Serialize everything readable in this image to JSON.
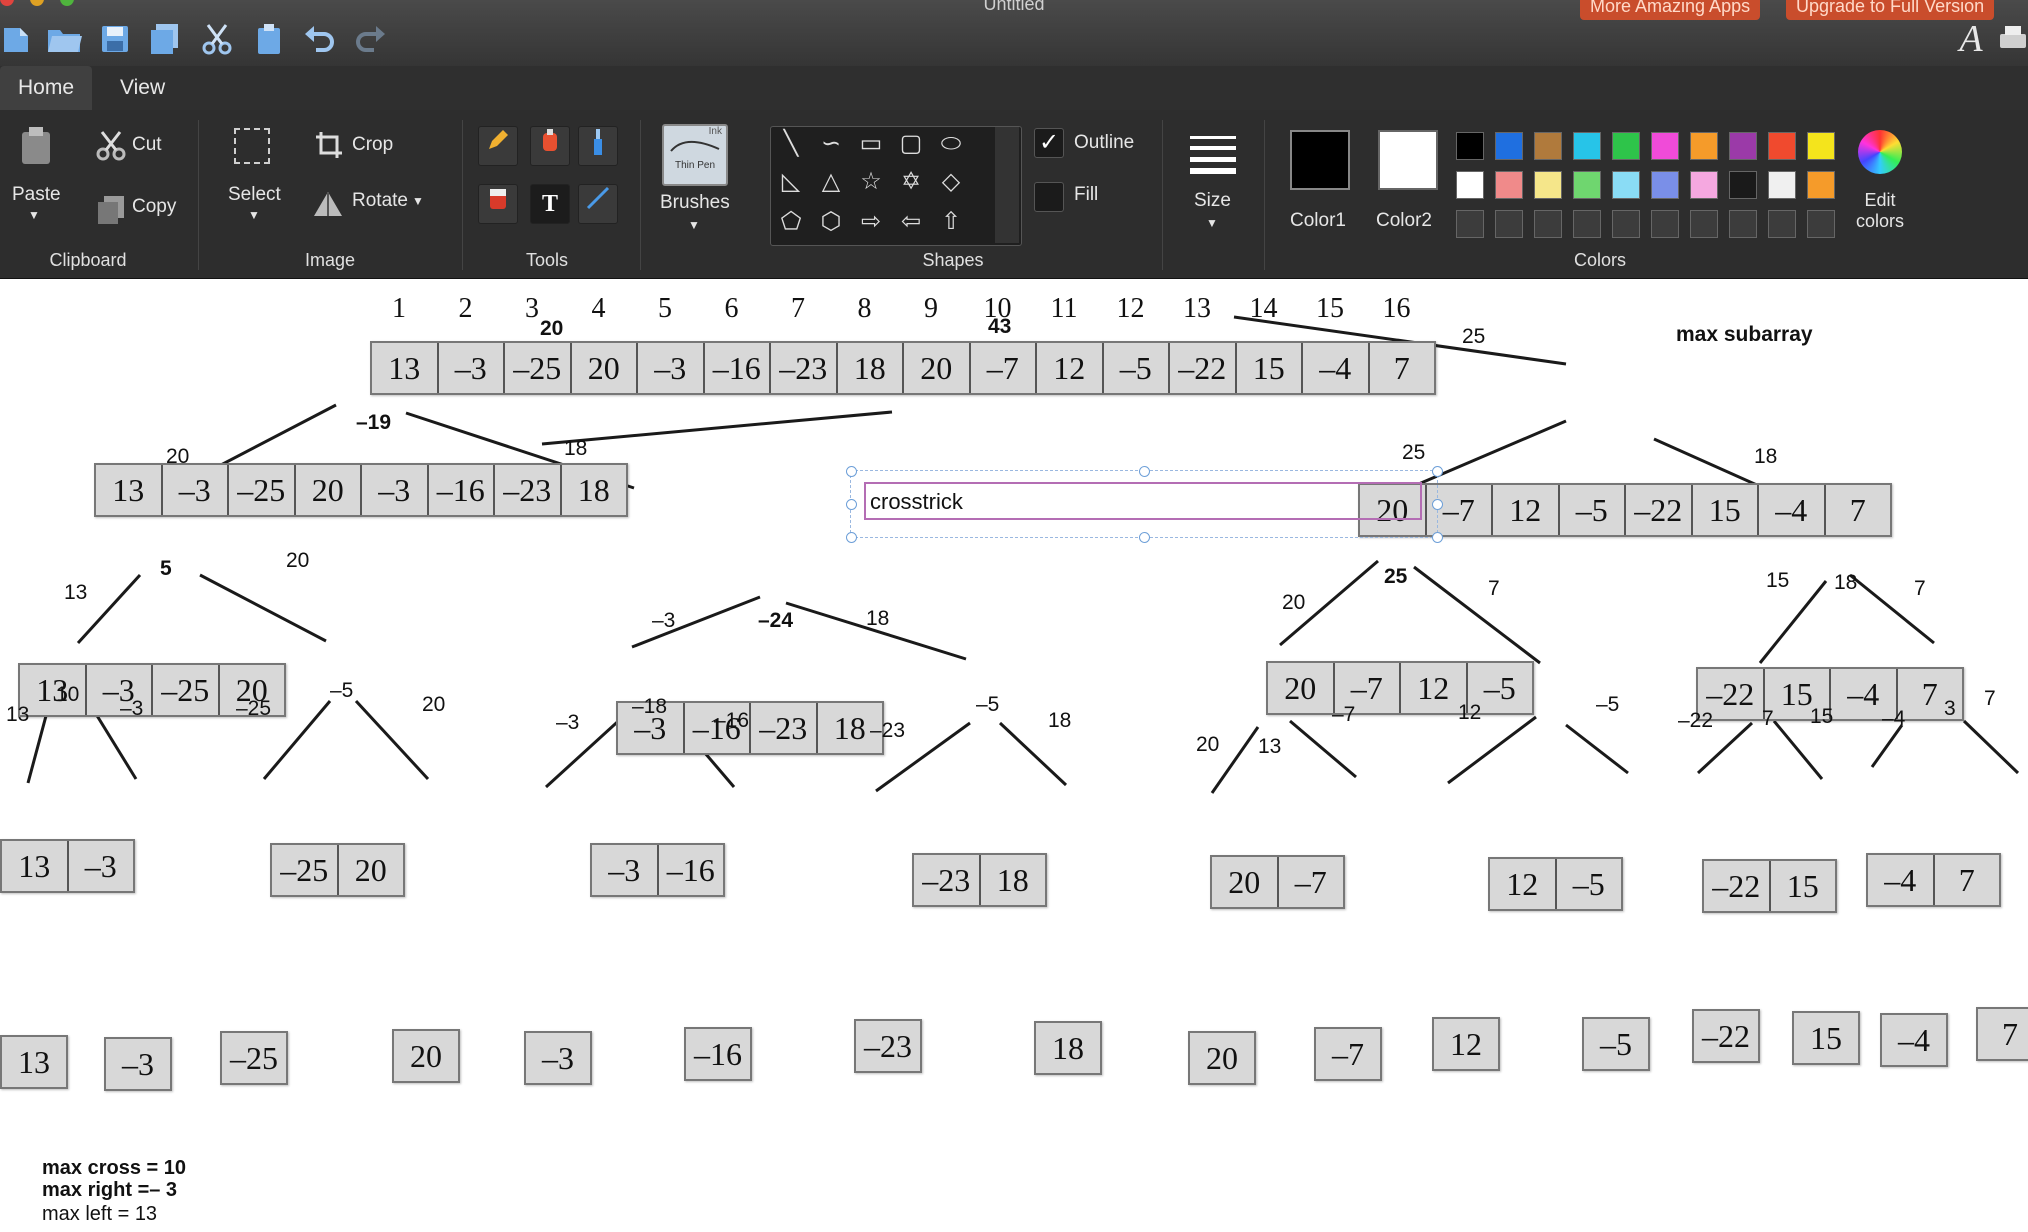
{
  "app": {
    "title": "Untitled",
    "promo_more": "More Amazing Apps",
    "promo_upgrade": "Upgrade to Full Version",
    "font_icon": "A"
  },
  "tabs": [
    "Home",
    "View"
  ],
  "ribbon": {
    "clipboard": {
      "paste": "Paste",
      "cut": "Cut",
      "copy": "Copy",
      "group": "Clipboard"
    },
    "image": {
      "select": "Select",
      "crop": "Crop",
      "rotate": "Rotate",
      "group": "Image"
    },
    "tools": {
      "group": "Tools",
      "text_tool": "T"
    },
    "brushes": {
      "label": "Brushes",
      "preview_a": "Ink",
      "preview_b": "Thin Pen"
    },
    "shapes": {
      "group": "Shapes",
      "outline": "Outline",
      "fill": "Fill"
    },
    "size": {
      "label": "Size"
    },
    "colors": {
      "group": "Colors",
      "color1": "Color1",
      "color2": "Color2",
      "color1_value": "#000000",
      "color2_value": "#ffffff",
      "edit": "Edit colors",
      "palette_row1": [
        "#000000",
        "#1f6fe0",
        "#b07a3c",
        "#27c4e8",
        "#2ec44a",
        "#f04bd8",
        "#f59b2a",
        "#9b3aa8",
        "#f04a2e",
        "#f4e41c"
      ],
      "palette_row2": [
        "#ffffff",
        "#f08a8a",
        "#f5e68a",
        "#6fd66f",
        "#8adcf5",
        "#7a8fe8",
        "#f5a8e0",
        "#1a1a1a",
        "#f0f0f0",
        "#f59b2a"
      ]
    }
  },
  "canvas": {
    "indices": [
      "1",
      "2",
      "3",
      "4",
      "5",
      "6",
      "7",
      "8",
      "9",
      "10",
      "11",
      "12",
      "13",
      "14",
      "15",
      "16"
    ],
    "title_note": "max subarray",
    "textbox_value": "crosstrick",
    "arrays": {
      "root": [
        "13",
        "–3",
        "–25",
        "20",
        "–3",
        "–16",
        "–23",
        "18",
        "20",
        "–7",
        "12",
        "–5",
        "–22",
        "15",
        "–4",
        "7"
      ],
      "left": [
        "13",
        "–3",
        "–25",
        "20",
        "–3",
        "–16",
        "–23",
        "18"
      ],
      "right": [
        "20",
        "–7",
        "12",
        "–5",
        "–22",
        "15",
        "–4",
        "7"
      ],
      "ll": [
        "13",
        "–3",
        "–25",
        "20"
      ],
      "lr": [
        "–3",
        "–16",
        "–23",
        "18"
      ],
      "rl": [
        "20",
        "–7",
        "12",
        "–5"
      ],
      "rr": [
        "–22",
        "15",
        "–4",
        "7"
      ],
      "p1": [
        "13",
        "–3"
      ],
      "p2": [
        "–25",
        "20"
      ],
      "p3": [
        "–3",
        "–16"
      ],
      "p4": [
        "–23",
        "18"
      ],
      "p5": [
        "20",
        "–7"
      ],
      "p6": [
        "12",
        "–5"
      ],
      "p7": [
        "–22",
        "15"
      ],
      "p8": [
        "–4",
        "7"
      ],
      "leaves": [
        "13",
        "–3",
        "–25",
        "20",
        "–3",
        "–16",
        "–23",
        "18",
        "20",
        "–7",
        "12",
        "–5",
        "–22",
        "15",
        "–4",
        "7"
      ]
    },
    "labels": {
      "root_left": "20",
      "root_cross": "43",
      "root_right": "25",
      "left_l": "20",
      "left_cross": "–19",
      "left_r": "18",
      "right_l": "25",
      "right_r": "18",
      "ll_cross": "5",
      "ll_l": "13",
      "ll_r": "20",
      "lr_l": "–3",
      "lr_cross": "–24",
      "lr_r": "18",
      "rl_l": "20",
      "rl_cross": "25",
      "rl_r": "7",
      "rr_l": "15",
      "rr_cross": "18",
      "rr_r": "7",
      "p1_l": "13",
      "p1_cross": "10",
      "p1_r": "–3",
      "p2_l": "–25",
      "p2_cross": "–5",
      "p2_r": "20",
      "p3_l": "–3",
      "p3_cross": "–18",
      "p3_r": "–16",
      "p4_l": "–23",
      "p4_cross": "–5",
      "p4_r": "18",
      "p5_l": "20",
      "p5_cross": "13",
      "p5_r": "–7",
      "p6_l": "12",
      "p6_r": "–5",
      "p7_l": "–22",
      "p7_cross": "7",
      "p7_r": "15",
      "p8_l": "–4",
      "p8_cross": "3",
      "p8_r": "7"
    },
    "notes": [
      "max cross = 10",
      "max right =– 3",
      "max left = 13"
    ]
  }
}
